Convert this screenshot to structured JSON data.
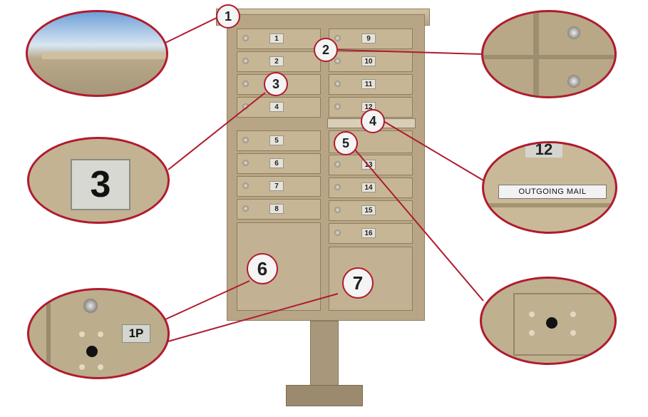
{
  "callouts": [
    "1",
    "2",
    "3",
    "4",
    "5",
    "6",
    "7"
  ],
  "box_numbers_left": [
    "1",
    "2",
    "3",
    "4",
    "5",
    "6",
    "7",
    "8"
  ],
  "box_numbers_right": [
    "9",
    "10",
    "11",
    "12",
    "13",
    "14",
    "15",
    "16"
  ],
  "parcel_tag": "1P",
  "zoom_tag_number": "3",
  "zoom_tag_12": "12",
  "outgoing_label": "OUTGOING MAIL",
  "colors": {
    "callout_border": "#b01b2e",
    "mailbox_tan": "#b7a585"
  }
}
